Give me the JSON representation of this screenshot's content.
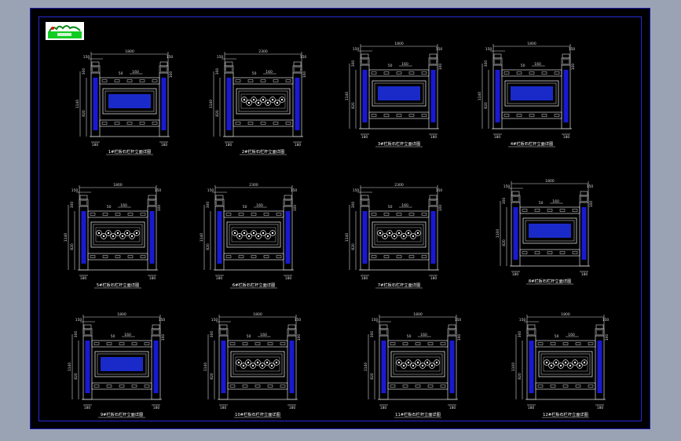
{
  "colors": {
    "background": "#000000",
    "line": "#d8d8d8",
    "post": "#1919d2",
    "panel_fill": "#1a2ac8",
    "frame": "#2a2ad6"
  },
  "logo": {
    "icon": "cad-logo-icon"
  },
  "elevations": [
    {
      "id": "elev-1",
      "dims": {
        "width": "1800",
        "post_cap": "150",
        "height": "1140",
        "rail_h": "820",
        "top_gap": "300",
        "top_mid": "50",
        "rail_w": "160",
        "side_top": "100",
        "base_l": "180",
        "base_r": "180"
      },
      "panel": "solid",
      "title": "1#栏板石栏杆立面详图"
    },
    {
      "id": "elev-2",
      "dims": {
        "width": "2300",
        "post_cap": "150",
        "height": "1140",
        "rail_h": "820",
        "top_gap": "300",
        "top_mid": "50",
        "rail_w": "160",
        "side_top": "100",
        "base_l": "180",
        "base_r": "180"
      },
      "panel": "carved",
      "title": "2#栏板石栏杆立面详图"
    },
    {
      "id": "elev-3",
      "dims": {
        "width": "1800",
        "post_cap": "150",
        "height": "1140",
        "rail_h": "820",
        "top_gap": "300",
        "top_mid": "50",
        "rail_w": "160",
        "side_top": "100",
        "base_l": "180",
        "base_r": "180"
      },
      "panel": "solid",
      "title": "3#栏板石栏杆立面详图"
    },
    {
      "id": "elev-4",
      "dims": {
        "width": "1800",
        "post_cap": "150",
        "height": "1140",
        "rail_h": "820",
        "top_gap": "300",
        "top_mid": "50",
        "rail_w": "160",
        "side_top": "100",
        "base_l": "180",
        "base_r": "180"
      },
      "panel": "solid",
      "title": "4#栏板石栏杆立面详图"
    },
    {
      "id": "elev-5",
      "dims": {
        "width": "1800",
        "post_cap": "150",
        "height": "1140",
        "rail_h": "820",
        "top_gap": "300",
        "top_mid": "50",
        "rail_w": "160",
        "side_top": "100",
        "base_l": "180",
        "base_r": "180"
      },
      "panel": "carved",
      "title": "5#栏板石栏杆立面详图"
    },
    {
      "id": "elev-6",
      "dims": {
        "width": "2300",
        "post_cap": "150",
        "height": "1140",
        "rail_h": "820",
        "top_gap": "300",
        "top_mid": "50",
        "rail_w": "160",
        "side_top": "100",
        "base_l": "180",
        "base_r": "180"
      },
      "panel": "carved",
      "title": "6#栏板石栏杆立面详图"
    },
    {
      "id": "elev-7",
      "dims": {
        "width": "2300",
        "post_cap": "150",
        "height": "1140",
        "rail_h": "820",
        "top_gap": "300",
        "top_mid": "50",
        "rail_w": "160",
        "side_top": "100",
        "base_l": "180",
        "base_r": "180"
      },
      "panel": "carved",
      "title": "7#栏板石栏杆立面详图"
    },
    {
      "id": "elev-8",
      "dims": {
        "width": "1800",
        "post_cap": "150",
        "height": "1100",
        "rail_h": "820",
        "top_gap": "300",
        "top_mid": "50",
        "rail_w": "160",
        "side_top": "100",
        "base_l": "180",
        "base_r": "180"
      },
      "panel": "solid",
      "title": "8#栏板石栏杆立面详图"
    },
    {
      "id": "elev-9",
      "dims": {
        "width": "1800",
        "post_cap": "150",
        "height": "1140",
        "rail_h": "820",
        "top_gap": "300",
        "top_mid": "50",
        "rail_w": "160",
        "side_top": "100",
        "base_l": "180",
        "base_r": "180"
      },
      "panel": "solid",
      "title": "9#栏板石栏杆立面详图"
    },
    {
      "id": "elev-10",
      "dims": {
        "width": "1800",
        "post_cap": "150",
        "height": "1140",
        "rail_h": "820",
        "top_gap": "300",
        "top_mid": "50",
        "rail_w": "160",
        "side_top": "100",
        "base_l": "180",
        "base_r": "180"
      },
      "panel": "carved",
      "title": "10#栏板石栏杆立面详图"
    },
    {
      "id": "elev-11",
      "dims": {
        "width": "1800",
        "post_cap": "150",
        "height": "1140",
        "rail_h": "820",
        "top_gap": "300",
        "top_mid": "50",
        "rail_w": "160",
        "side_top": "100",
        "base_l": "180",
        "base_r": "180"
      },
      "panel": "carved",
      "title": "11#栏板石栏杆立面详图"
    },
    {
      "id": "elev-12",
      "dims": {
        "width": "1800",
        "post_cap": "150",
        "height": "1100",
        "rail_h": "820",
        "top_gap": "300",
        "top_mid": "50",
        "rail_w": "160",
        "side_top": "100",
        "base_l": "180",
        "base_r": "180"
      },
      "panel": "carved",
      "title": "12#栏板石栏杆立面详图"
    }
  ]
}
